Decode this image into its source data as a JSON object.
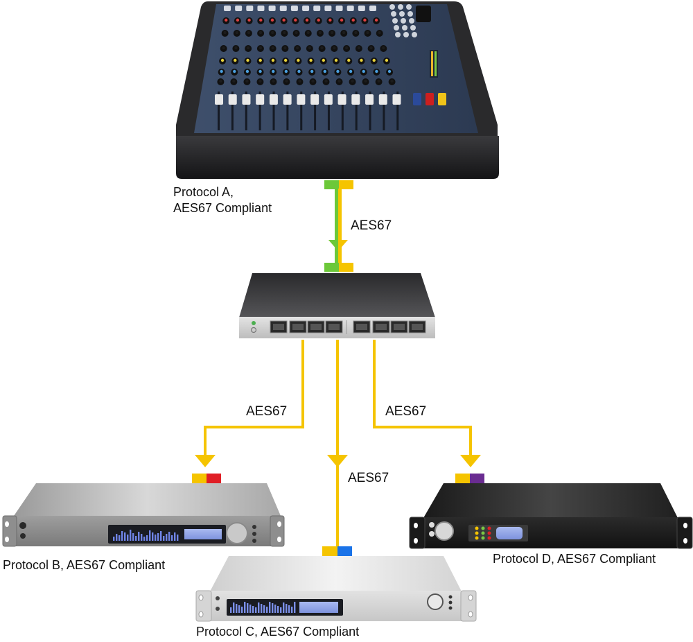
{
  "devices": {
    "mixer": {
      "label_line1": "Protocol A,",
      "label_line2": "AES67 Compliant"
    },
    "device_b": {
      "label": "Protocol B, AES67 Compliant"
    },
    "device_c": {
      "label": "Protocol C, AES67 Compliant"
    },
    "device_d": {
      "label": "Protocol D, AES67 Compliant"
    }
  },
  "links": {
    "mixer_to_switch": "AES67",
    "switch_to_b": "AES67",
    "switch_to_c": "AES67",
    "switch_to_d": "AES67"
  },
  "colors": {
    "aes67": "#f5c400",
    "protocol_a": "#6cc839",
    "protocol_b": "#e01f26",
    "protocol_c": "#1a73e8",
    "protocol_d": "#6a2c91"
  }
}
